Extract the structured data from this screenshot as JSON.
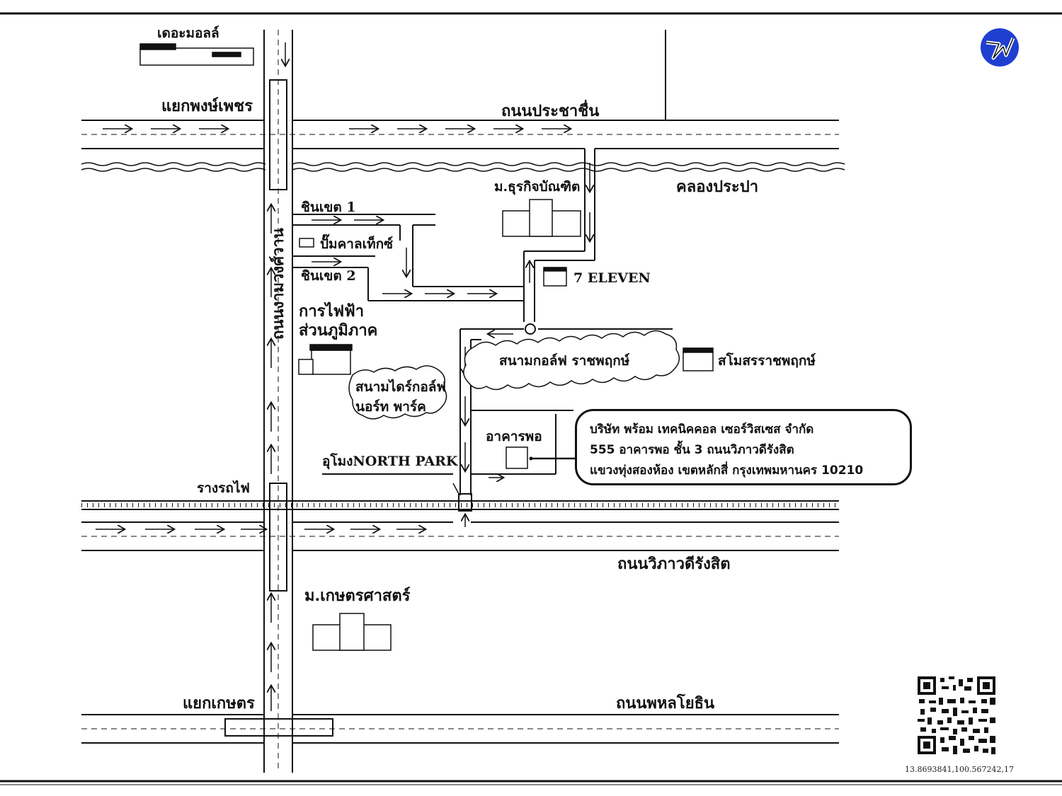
{
  "labels": {
    "the_mall": "เดอะมอลล์",
    "yaek_phong_phet": "แยกพงษ์เพชร",
    "thanon_prachachuen": "ถนนประชาชื่น",
    "khlong_prapa": "คลองประปา",
    "dpu": "ม.ธุรกิจบัณฑิต",
    "chinnakhet_1": "ชินเขต 1",
    "chinnakhet_2": "ชินเขต 2",
    "caltex": "ปั๊มคาลเท็กซ์",
    "seven_eleven": "7 ELEVEN",
    "thanon_ngamwongwan": "ถนนงามวงศ์วาน",
    "pea_line1": "การไฟฟ้า",
    "pea_line2": "ส่วนภูมิภาค",
    "golf_course": "สนามกอล์ฟ ราชพฤกษ์",
    "rajapruek_club": "สโมสรราชพฤกษ์",
    "driving_range_line1": "สนามไดร์กอล์ฟ",
    "driving_range_line2": "นอร์ท พาร์ค",
    "po_building": "อาคารพอ",
    "tunnel": "อุโมงNORTH PARK",
    "railway": "รางรถไฟ",
    "thanon_vibhavadi": "ถนนวิภาวดีรังสิต",
    "kasetsart": "ม.เกษตรศาสตร์",
    "yaek_kaset": "แยกเกษตร",
    "thanon_phahonyothin": "ถนนพหลโยธิน"
  },
  "address": {
    "company": "บริษัท พร้อม เทคนิคคอล เซอร์วิสเซส จำกัด",
    "line1": "555 อาคารพอ ชั้น 3 ถนนวิภาวดีรังสิต",
    "line2": "แขวงทุ่งสองห้อง เขตหลักสี่ กรุงเทพมหานคร 10210"
  },
  "coordinates": "13.8693841,100.567242,17",
  "icons": [
    "company-logo-icon",
    "qr-code-icon",
    "building-icon"
  ],
  "colors": {
    "ink": "#111111",
    "logo_blue": "#1f3fd0"
  }
}
